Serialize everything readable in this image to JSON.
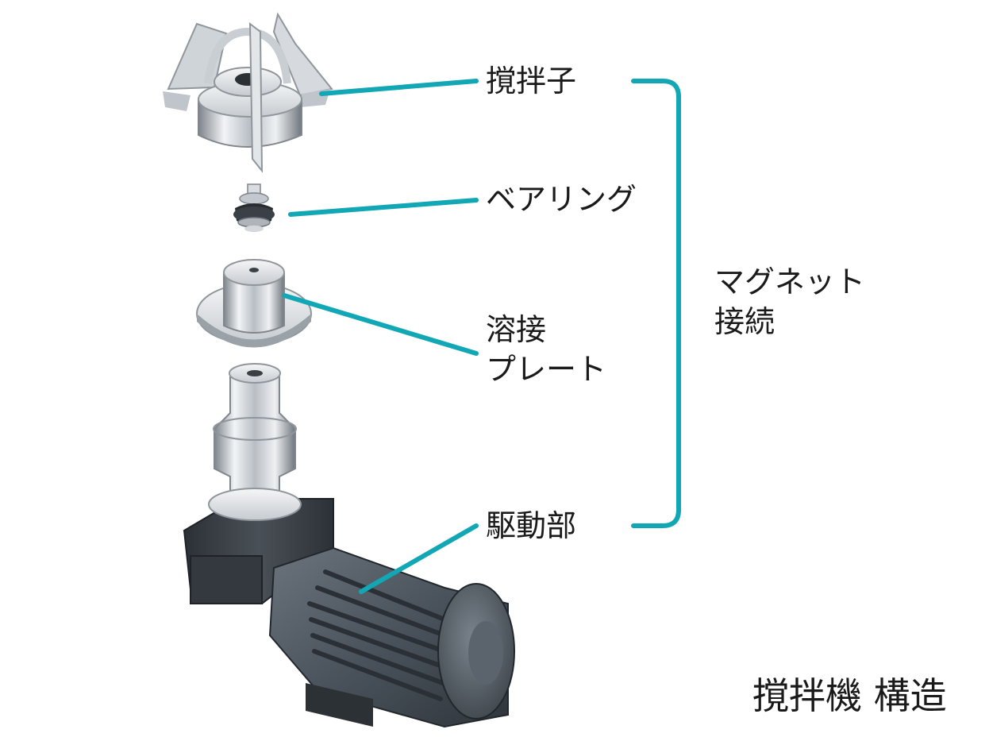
{
  "labels": {
    "impeller": "撹拌子",
    "bearing": "ベアリング",
    "weld_plate_line1": "溶接",
    "weld_plate_line2": "プレート",
    "drive": "駆動部",
    "magnet_line1": "マグネット",
    "magnet_line2": "接続"
  },
  "title": "撹拌機 構造",
  "colors": {
    "accent": "#12a7b4",
    "metal_light": "#e4e7ea",
    "metal_dark": "#8a9096",
    "motor": "#4a535c",
    "gearbox": "#3a3f45",
    "text": "#1a1a1a"
  }
}
